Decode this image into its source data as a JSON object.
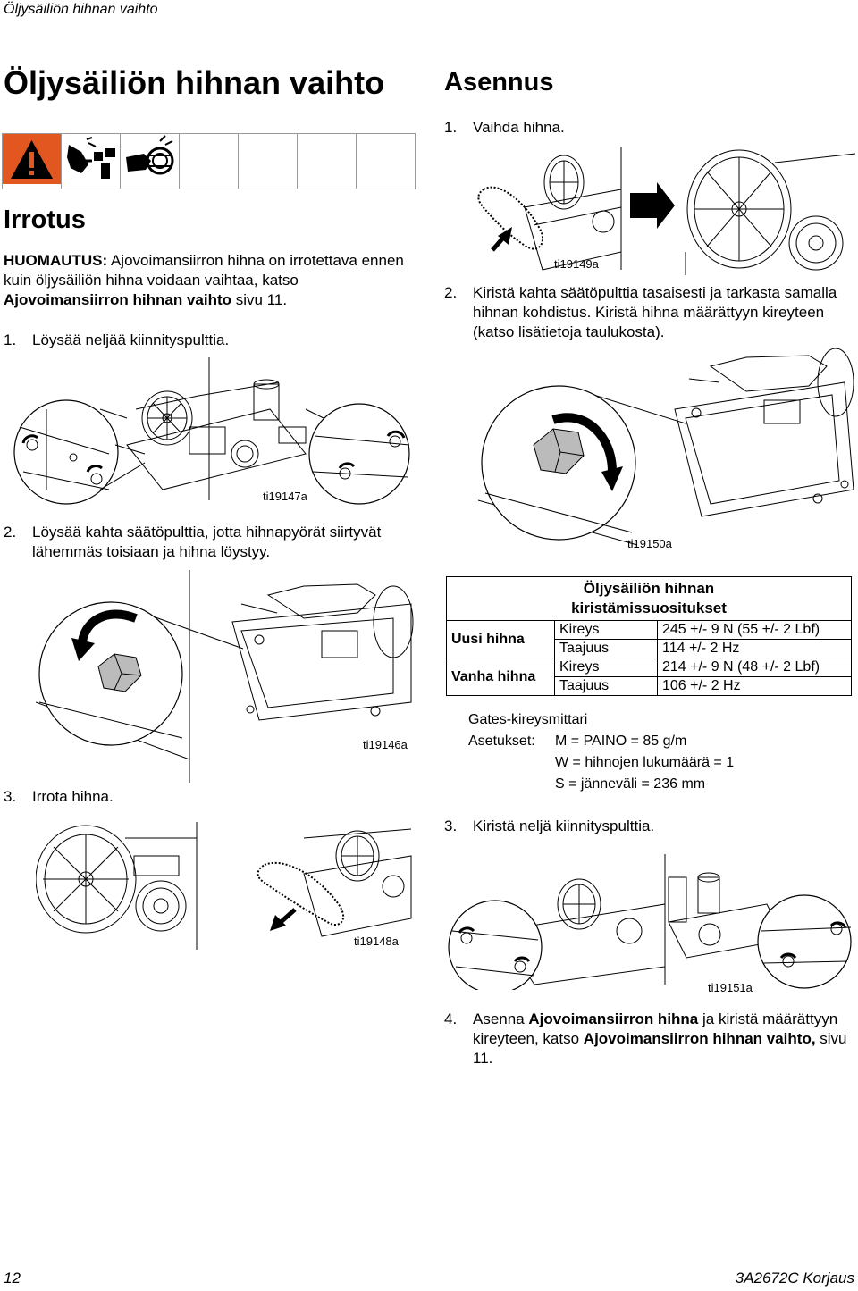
{
  "header": {
    "running_title": "Öljysäiliön hihnan vaihto"
  },
  "title": "Öljysäiliön hihnan vaihto",
  "warning_icons": [
    "warning-triangle-icon",
    "skin-injection-icon",
    "moving-parts-pinch-icon"
  ],
  "removal": {
    "heading": "Irrotus",
    "notice_label": "HUOMAUTUS:",
    "notice_text": "Ajovoimansiirron hihna on irrotettava ennen kuin öljysäiliön hihna voidaan vaihtaa, katso",
    "notice_ref": "Ajovoimansiirron hihnan vaihto",
    "notice_page": "sivu 11.",
    "steps": [
      {
        "num": "1.",
        "text": "Löysää neljää kiinnityspulttia."
      },
      {
        "num": "2.",
        "text": "Löysää kahta säätöpulttia, jotta hihnapyörät siirtyvät lähemmäs toisiaan ja hihna löystyy."
      },
      {
        "num": "3.",
        "text": "Irrota hihna."
      }
    ],
    "figures": [
      "ti19147a",
      "ti19146a",
      "ti19148a"
    ]
  },
  "install": {
    "heading": "Asennus",
    "step1": {
      "num": "1.",
      "text": "Vaihda hihna."
    },
    "step2": {
      "num": "2.",
      "text": "Kiristä kahta säätöpulttia tasaisesti ja tarkasta samalla hihnan kohdistus. Kiristä hihna määrättyyn kireyteen (katso lisätietoja taulukosta)."
    },
    "step3": {
      "num": "3.",
      "text": "Kiristä neljä kiinnityspulttia."
    },
    "step4": {
      "num": "4.",
      "pre": "Asenna",
      "ref1": "Ajovoimansiirron hihna",
      "mid": "ja kiristä määrättyyn kireyteen, katso",
      "ref2": "Ajovoimansiirron hihnan vaihto,",
      "post": "sivu 11."
    },
    "figures": [
      "ti19149a",
      "ti19150a",
      "ti19151a"
    ]
  },
  "tension_table": {
    "title_line1": "Öljysäiliön hihnan",
    "title_line2": "kiristämissuositukset",
    "rows": [
      {
        "group": "Uusi hihna",
        "items": [
          {
            "param": "Kireys",
            "value": "245 +/- 9 N (55 +/- 2 Lbf)"
          },
          {
            "param": "Taajuus",
            "value": "114 +/- 2 Hz"
          }
        ]
      },
      {
        "group": "Vanha hihna",
        "items": [
          {
            "param": "Kireys",
            "value": "214 +/- 9 N (48 +/- 2 Lbf)"
          },
          {
            "param": "Taajuus",
            "value": "106 +/- 2 Hz"
          }
        ]
      }
    ],
    "gauge": "Gates-kireysmittari",
    "settings_label": "Asetukset:",
    "settings": [
      "M = PAINO = 85 g/m",
      "W = hihnojen lukumäärä = 1",
      "S = jänneväli = 236 mm"
    ]
  },
  "footer": {
    "page": "12",
    "doc": "3A2672C Korjaus"
  }
}
